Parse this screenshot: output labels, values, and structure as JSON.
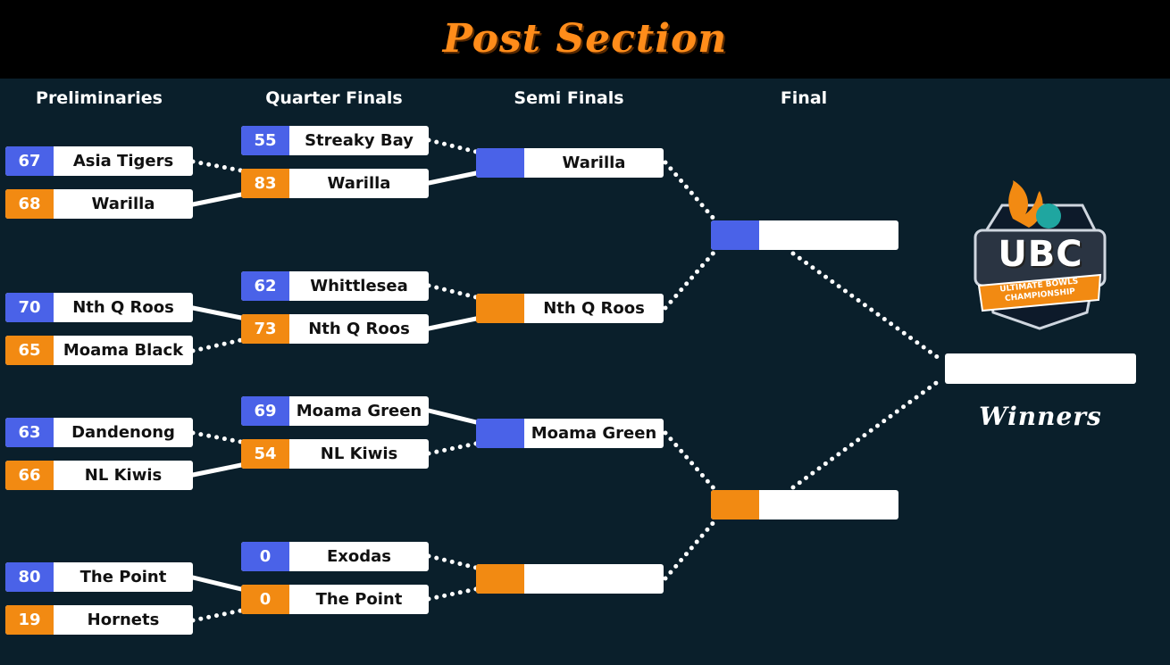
{
  "header": {
    "title": "Post Section"
  },
  "rounds": [
    "Preliminaries",
    "Quarter Finals",
    "Semi Finals",
    "Final"
  ],
  "preliminaries": [
    {
      "score": "67",
      "name": "Asia Tigers",
      "color": "blue"
    },
    {
      "score": "68",
      "name": "Warilla",
      "color": "orange"
    },
    {
      "score": "70",
      "name": "Nth Q Roos",
      "color": "blue"
    },
    {
      "score": "65",
      "name": "Moama Black",
      "color": "orange"
    },
    {
      "score": "63",
      "name": "Dandenong",
      "color": "blue"
    },
    {
      "score": "66",
      "name": "NL Kiwis",
      "color": "orange"
    },
    {
      "score": "80",
      "name": "The Point",
      "color": "blue"
    },
    {
      "score": "19",
      "name": "Hornets",
      "color": "orange"
    }
  ],
  "quarter_finals": [
    {
      "score": "55",
      "name": "Streaky Bay",
      "color": "blue"
    },
    {
      "score": "83",
      "name": "Warilla",
      "color": "orange"
    },
    {
      "score": "62",
      "name": "Whittlesea",
      "color": "blue"
    },
    {
      "score": "73",
      "name": "Nth Q Roos",
      "color": "orange"
    },
    {
      "score": "69",
      "name": "Moama Green",
      "color": "blue"
    },
    {
      "score": "54",
      "name": "NL Kiwis",
      "color": "orange"
    },
    {
      "score": "0",
      "name": "Exodas",
      "color": "blue"
    },
    {
      "score": "0",
      "name": "The Point",
      "color": "orange"
    }
  ],
  "semi_finals": [
    {
      "score": "",
      "name": "Warilla",
      "color": "blue"
    },
    {
      "score": "",
      "name": "Nth Q Roos",
      "color": "orange"
    },
    {
      "score": "",
      "name": "Moama Green",
      "color": "blue"
    },
    {
      "score": "",
      "name": "",
      "color": "orange"
    }
  ],
  "final": [
    {
      "score": "",
      "name": "",
      "color": "blue"
    },
    {
      "score": "",
      "name": "",
      "color": "orange"
    }
  ],
  "winner": {
    "name": "",
    "label": "Winners"
  },
  "logo": {
    "main": "UBC",
    "line1": "ULTIMATE BOWLS",
    "line2": "CHAMPIONSHIP"
  },
  "colors": {
    "blue": "#4a62e8",
    "orange": "#f28a12",
    "title": "#ff8c1a",
    "background": "#0a1f2b"
  }
}
